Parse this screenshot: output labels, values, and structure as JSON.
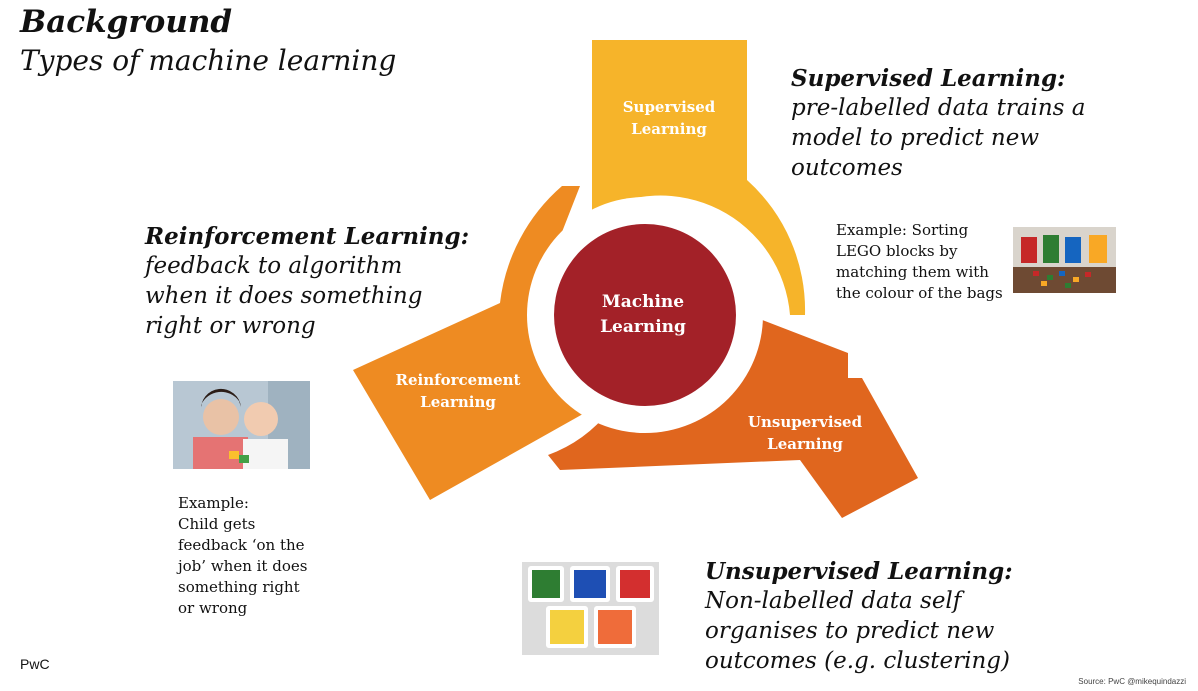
{
  "header": {
    "title": "Background",
    "subtitle": "Types of machine learning"
  },
  "diagram": {
    "center": {
      "line1": "Machine",
      "line2": "Learning"
    },
    "supervised": {
      "line1": "Supervised",
      "line2": "Learning"
    },
    "unsupervised": {
      "line1": "Unsupervised",
      "line2": "Learning"
    },
    "reinforcement": {
      "line1": "Reinforcement",
      "line2": "Learning"
    }
  },
  "descriptions": {
    "supervised": {
      "heading": "Supervised Learning:",
      "lines": [
        "pre-labelled data trains a",
        "model to predict new",
        "outcomes"
      ]
    },
    "reinforcement": {
      "heading": "Reinforcement Learning:",
      "lines": [
        "feedback to algorithm",
        "when it does something",
        "right or wrong"
      ]
    },
    "unsupervised": {
      "heading": "Unsupervised Learning:",
      "lines": [
        "Non-labelled data self",
        "organises to predict new",
        "outcomes (e.g. clustering)"
      ]
    }
  },
  "examples": {
    "supervised": [
      "Example: Sorting",
      "LEGO blocks by",
      "matching them with",
      "the colour of the bags"
    ],
    "reinforcement": [
      "Example:",
      "Child gets",
      "feedback ‘on the",
      "job’ when it does",
      "something right",
      "or wrong"
    ]
  },
  "footer": {
    "left": "PwC",
    "right": "Source: PwC @mikequindazzi"
  },
  "colors": {
    "supervised": "#f6b42a",
    "reinforcement": "#ee8b22",
    "unsupervised": "#e0661e",
    "center": "#a32128"
  }
}
